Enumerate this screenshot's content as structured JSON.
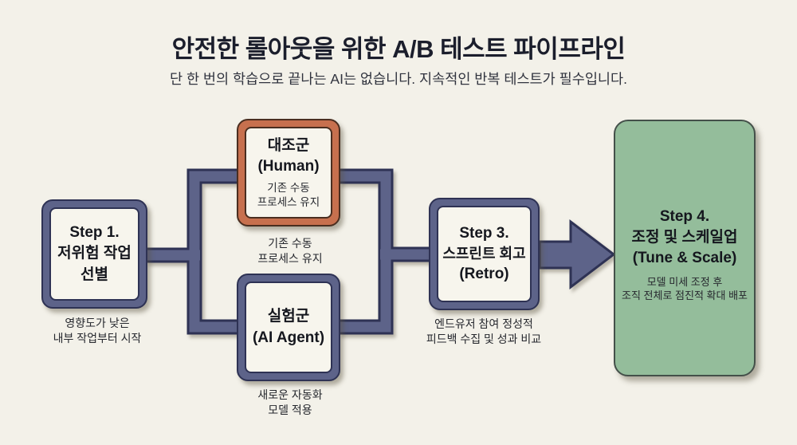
{
  "header": {
    "title": "안전한 롤아웃을 위한 A/B 테스트 파이프라인",
    "subtitle": "단 한 번의 학습으로 끝나는 AI는 없습니다. 지속적인 반복 테스트가 필수입니다."
  },
  "nodes": {
    "step1": {
      "lines": [
        "Step 1.",
        "저위험 작업",
        "선별"
      ],
      "caption": [
        "영향도가 낮은",
        "내부 작업부터 시작"
      ]
    },
    "control": {
      "lines": [
        "대조군",
        "(Human)"
      ],
      "sub": [
        "기존 수동",
        "프로세스 유지"
      ],
      "caption": [
        "기존 수동",
        "프로세스 유지"
      ]
    },
    "experiment": {
      "lines": [
        "실험군",
        "(AI Agent)"
      ],
      "caption": [
        "새로운 자동화",
        "모델 적용"
      ]
    },
    "step3": {
      "lines": [
        "Step 3.",
        "스프린트 회고",
        "(Retro)"
      ],
      "caption": [
        "엔드유저 참여 정성적",
        "피드백 수집 및 성과 비교"
      ]
    },
    "step4": {
      "lines": [
        "Step 4.",
        "조정 및 스케일업",
        "(Tune & Scale)"
      ],
      "sub": [
        "모델 미세 조정 후",
        "조직 전체로 점진적 확대 배포"
      ]
    }
  },
  "colors": {
    "background": "#f3f1e9",
    "connector_fill": "#5d6389",
    "connector_outline": "#2e3254",
    "panel_fill": "#f7f5ed",
    "control_accent": "#c7704e",
    "scale_card_green": "#94bd9b",
    "text_dark": "#15171e"
  }
}
